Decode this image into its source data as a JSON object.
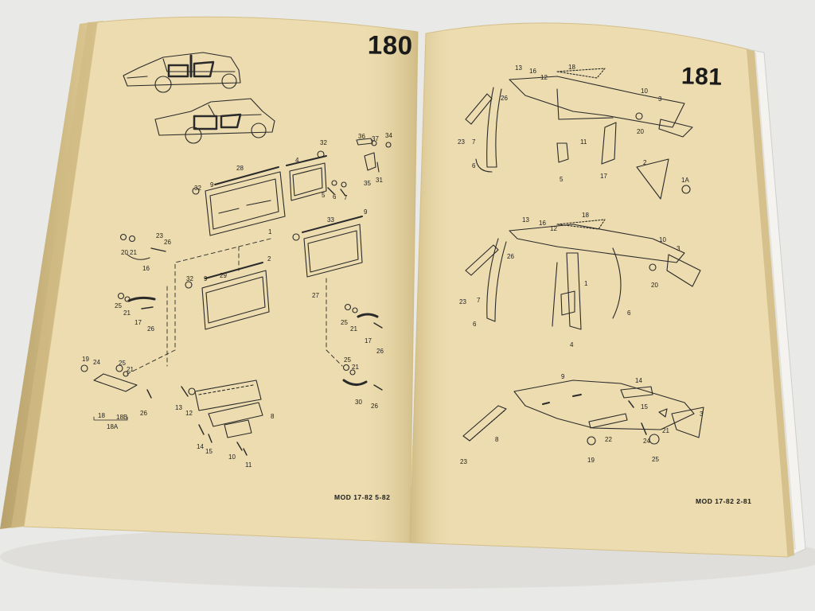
{
  "scene": {
    "left_page": {
      "page_number": "180",
      "footer": "MOD 17-82 5-82",
      "callouts": [
        "28",
        "4",
        "32",
        "9",
        "5",
        "6",
        "7",
        "1",
        "36",
        "37",
        "34",
        "35",
        "31",
        "32",
        "33",
        "9",
        "23",
        "26",
        "20",
        "21",
        "16",
        "32",
        "9",
        "29",
        "2",
        "25",
        "21",
        "17",
        "26",
        "27",
        "25",
        "21",
        "17",
        "26",
        "19",
        "24",
        "25",
        "21",
        "18",
        "18B",
        "18A",
        "26",
        "13",
        "12",
        "8",
        "14",
        "15",
        "10",
        "11",
        "25",
        "21",
        "30",
        "26"
      ]
    },
    "right_page": {
      "page_number": "181",
      "footer": "MOD 17-82 2-81",
      "callouts": [
        "13",
        "16",
        "12",
        "18",
        "26",
        "10",
        "3",
        "23",
        "7",
        "11",
        "20",
        "6",
        "5",
        "17",
        "2",
        "1A",
        "13",
        "16",
        "12",
        "18",
        "26",
        "10",
        "3",
        "20",
        "23",
        "7",
        "1",
        "6",
        "4",
        "6",
        "9",
        "14",
        "15",
        "23",
        "8",
        "22",
        "24",
        "21",
        "19",
        "25",
        "3"
      ]
    },
    "colors": {
      "paper": "#ecdcaf",
      "paper_edge": "#dcc58b",
      "ink": "#2a2a2a",
      "background": "#e9e9e7"
    }
  }
}
